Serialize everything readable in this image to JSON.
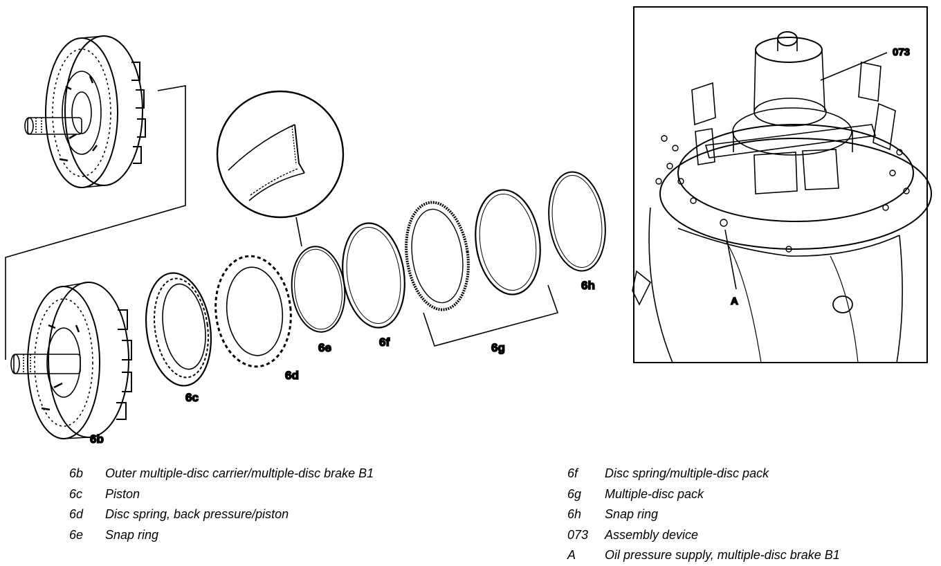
{
  "callouts": {
    "b_top": "6b",
    "c": "6c",
    "d": "6d",
    "e": "6e",
    "f": "6f",
    "g": "6g",
    "h": "6h",
    "tool": "073",
    "point_a": "A"
  },
  "legend_left": [
    {
      "code": "6b",
      "text": "Outer multiple-disc carrier/multiple-disc brake B1"
    },
    {
      "code": "6c",
      "text": "Piston"
    },
    {
      "code": "6d",
      "text": "Disc spring, back pressure/piston"
    },
    {
      "code": "6e",
      "text": "Snap ring"
    }
  ],
  "legend_right": [
    {
      "code": "6f",
      "text": "Disc spring/multiple-disc pack"
    },
    {
      "code": "6g",
      "text": "Multiple-disc pack"
    },
    {
      "code": "6h",
      "text": "Snap ring"
    },
    {
      "code": "073",
      "text": "Assembly device"
    },
    {
      "code": "A",
      "text": "Oil pressure supply, multiple-disc brake B1"
    }
  ]
}
